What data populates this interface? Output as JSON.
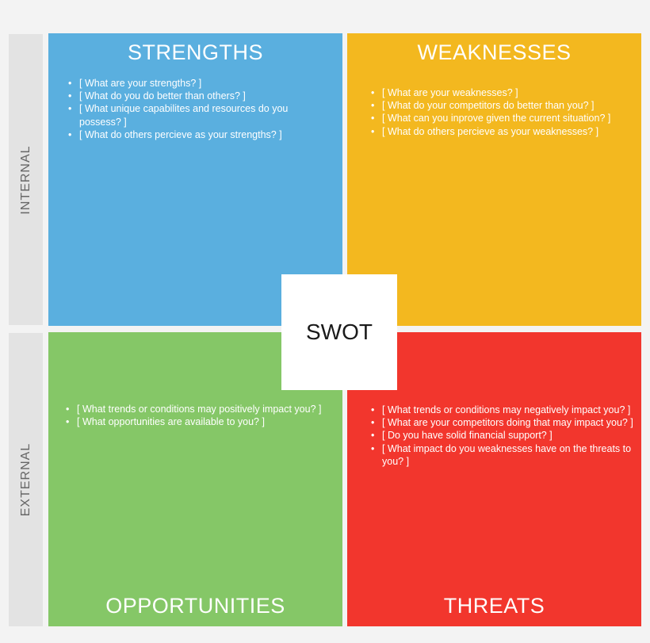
{
  "side_labels": {
    "internal": "INTERNAL",
    "external": "EXTERNAL"
  },
  "center": {
    "label": "SWOT"
  },
  "quadrants": {
    "strengths": {
      "title": "STRENGTHS",
      "color": "#5aafdf",
      "bullets": [
        "[ What are your strengths? ]",
        "[ What do you do better than others? ]",
        "[ What unique capabilites and resources do you possess? ]",
        "[ What do others percieve as your strengths? ]"
      ]
    },
    "weaknesses": {
      "title": "WEAKNESSES",
      "color": "#f3b81f",
      "bullets": [
        "[ What are your weaknesses? ]",
        "[ What do your competitors do better than you? ]",
        "[ What can you inprove given the current situation? ]",
        "[ What do others percieve as your weaknesses? ]"
      ]
    },
    "opportunities": {
      "title": "OPPORTUNITIES",
      "color": "#85c767",
      "bullets": [
        "[ What trends or conditions may positively impact you? ]",
        "[ What opportunities are available to you? ]"
      ]
    },
    "threats": {
      "title": "THREATS",
      "color": "#f2362d",
      "bullets": [
        "[ What trends or conditions may negatively impact you? ]",
        "[ What are your competitors doing that may impact you? ]",
        "[ Do you have solid financial support? ]",
        "[ What impact do you weaknesses have on the threats to you? ]"
      ]
    }
  }
}
